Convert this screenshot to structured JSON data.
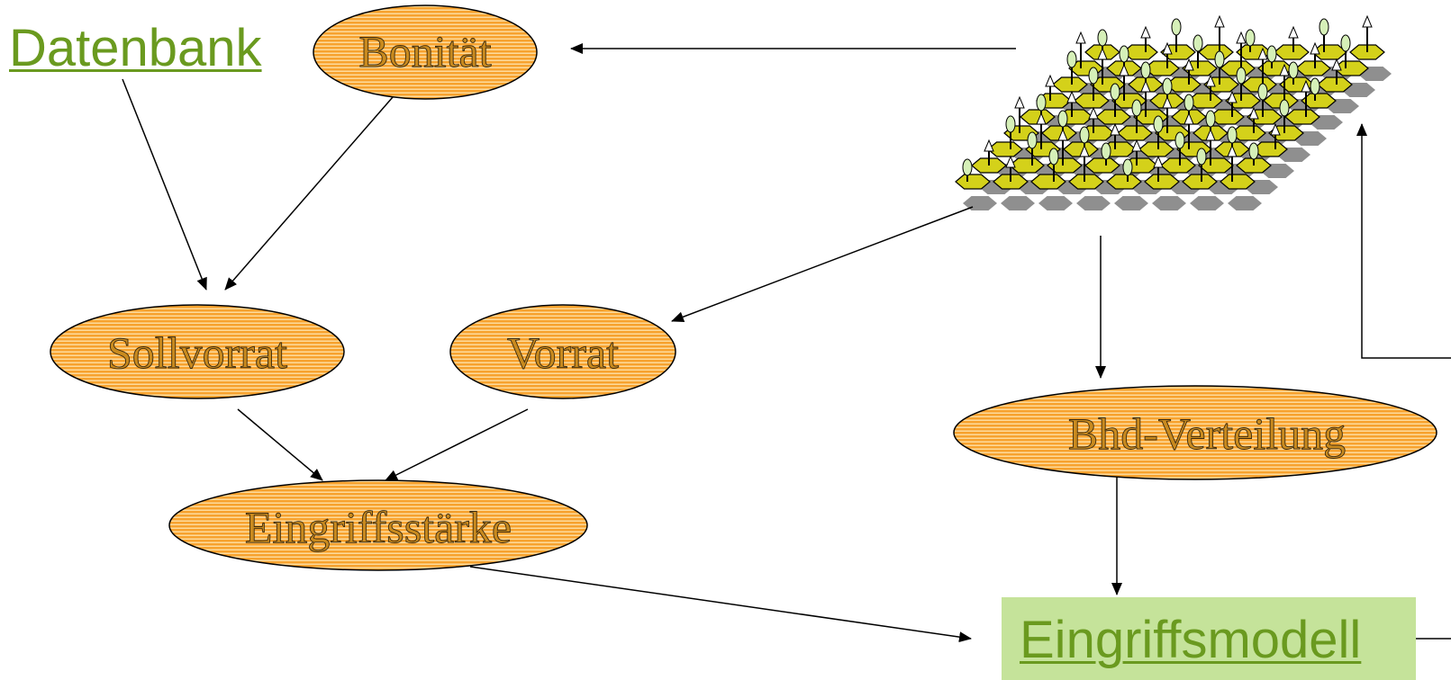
{
  "diagram": {
    "links": {
      "datenbank": "Datenbank",
      "eingriffsmodell": "Eingriffsmodell"
    },
    "nodes": {
      "bonitaet": "Bonität",
      "sollvorrat": "Sollvorrat",
      "vorrat": "Vorrat",
      "eingriffsstaerke": "Eingriffsstärke",
      "bhd_verteilung": "Bhd-Verteilung"
    },
    "icons": {
      "forest": "forest-stand-icon"
    },
    "colors": {
      "node_fill": "#f7a22e",
      "node_stripe": "#ffe9b8",
      "link_text": "#6a9a1f",
      "model_box": "#c5e39a",
      "hex_fill": "#d4d11a",
      "hex_shadow": "#8f8f8f",
      "tree_crown": "#d6f0b8"
    }
  }
}
